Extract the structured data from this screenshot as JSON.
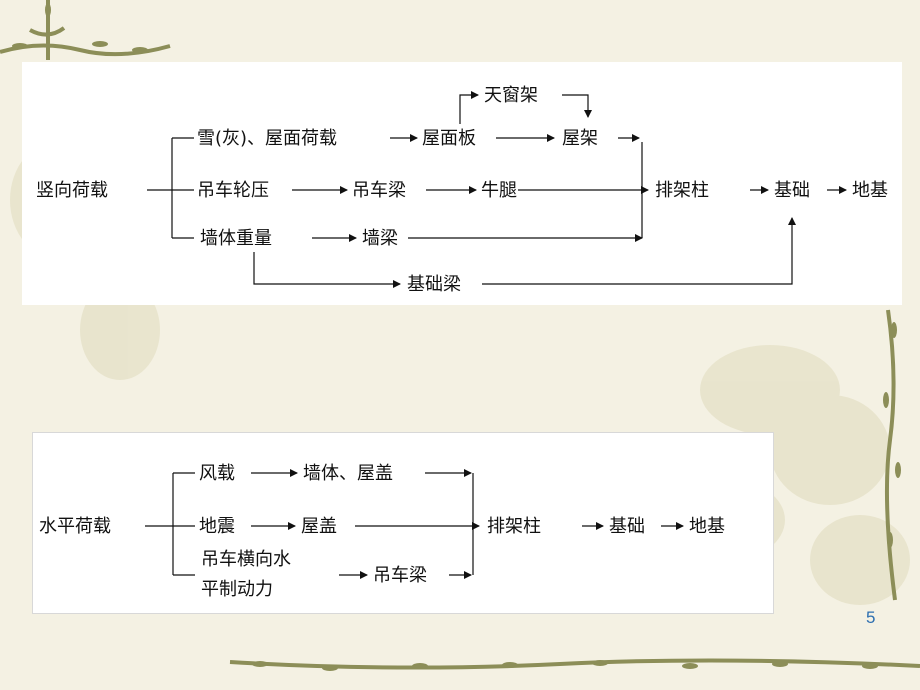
{
  "slide": {
    "page_number": "5"
  },
  "vertical_load_diagram": {
    "root": "竖向荷载",
    "branch_snow": "雪(灰)、屋面荷载",
    "roof_panel": "屋面板",
    "skylight_frame": "天窗架",
    "roof_truss": "屋架",
    "crane_wheel_pressure": "吊车轮压",
    "crane_beam": "吊车梁",
    "corbel": "牛腿",
    "wall_weight": "墙体重量",
    "wall_beam": "墙梁",
    "foundation_beam": "基础梁",
    "bent_column": "排架柱",
    "foundation": "基础",
    "subgrade": "地基"
  },
  "horizontal_load_diagram": {
    "root": "水平荷载",
    "wind_load": "风载",
    "wall_roof": "墙体、屋盖",
    "earthquake": "地震",
    "roof_cover": "屋盖",
    "crane_lateral_force_line1": "吊车横向水",
    "crane_lateral_force_line2": "平制动力",
    "crane_beam": "吊车梁",
    "bent_column": "排架柱",
    "foundation": "基础",
    "subgrade": "地基"
  },
  "colors": {
    "background": "#f4f1e3",
    "vine": "#8c8e58",
    "page_number": "#2d6fb0"
  }
}
